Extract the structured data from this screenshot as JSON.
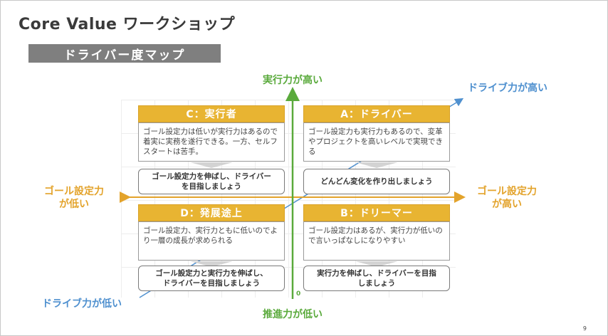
{
  "header": {
    "title": "Core Value ワークショップ",
    "subtitle": "ドライバー度マップ"
  },
  "axes": {
    "vertical_top": "実行力が高い",
    "vertical_bottom": "推進力が低い",
    "horizontal_left_line1": "ゴール設定力",
    "horizontal_left_line2": "が低い",
    "horizontal_right_line1": "ゴール設定力",
    "horizontal_right_line2": "が高い",
    "diagonal_high": "ドライブ力が高い",
    "diagonal_low": "ドライブ力が低い",
    "origin": "0",
    "colors": {
      "vertical": "#5aaa3c",
      "horizontal": "#e3a32b",
      "diagonal": "#4f90cf"
    }
  },
  "quadrants": {
    "c": {
      "header": "C：実行者",
      "description": "ゴール設定力は低いが実行力はあるので着実に実務を遂行できる。一方、セルフスタートは苦手。",
      "action": "ゴール設定力を伸ばし、ドライバー\nを目指しましょう"
    },
    "a": {
      "header": "A：ドライバー",
      "description": "ゴール設定力も実行力もあるので、変革やプロジェクトを高いレベルで実現できる",
      "action": "どんどん変化を作り出しましょう"
    },
    "d": {
      "header": "D：発展途上",
      "description": "ゴール設定力、実行力ともに低いのでより一層の成長が求められる",
      "action": "ゴール設定力と実行力を伸ばし、\nドライバーを目指しましょう"
    },
    "b": {
      "header": "B：ドリーマー",
      "description": "ゴール設定力はあるが、実行力が低いので言いっぱなしになりやすい",
      "action": "実行力を伸ばし、ドライバーを目指\nしましょう"
    }
  },
  "footer": {
    "page_number": "9"
  }
}
